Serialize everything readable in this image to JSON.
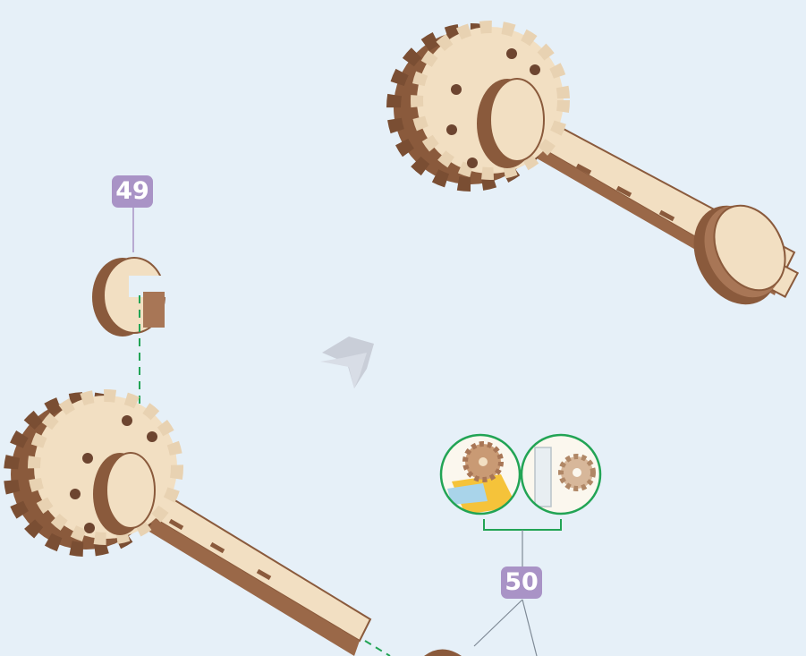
{
  "steps": {
    "step_a": "49",
    "step_b": "50"
  },
  "colors": {
    "background": "#e6f0f8",
    "badge": "#a993c6",
    "wood_light": "#f2dfc2",
    "wood_dark": "#8a5a3c",
    "guide_line": "#22a455",
    "callout_ring": "#22a455"
  },
  "icons": [
    "gear-assembly",
    "gear-wheel",
    "spacer-ring",
    "axle",
    "arrow",
    "callout-gear-on-block",
    "callout-gear-on-tube"
  ]
}
